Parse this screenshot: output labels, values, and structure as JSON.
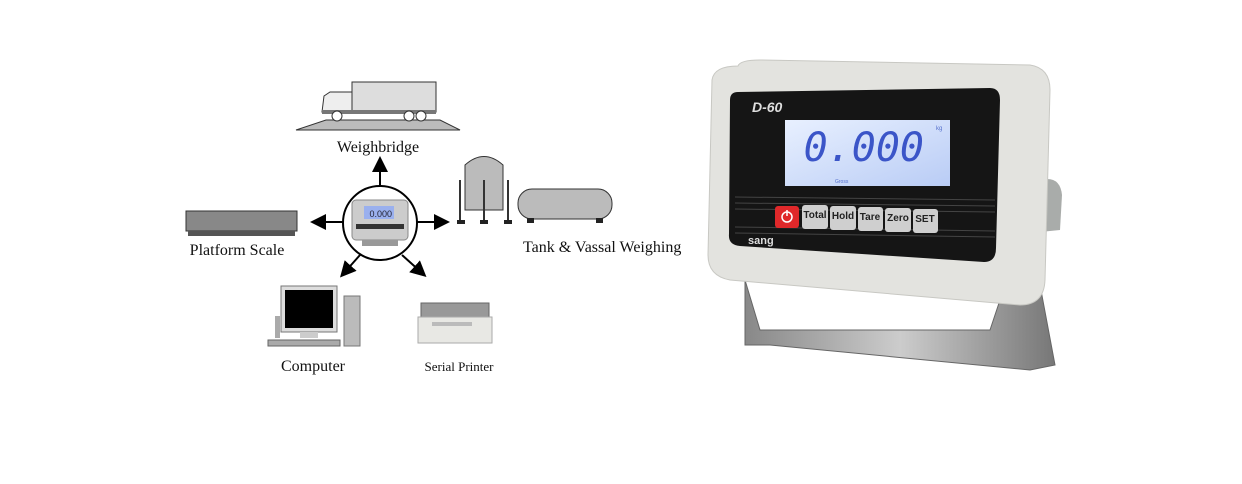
{
  "diagram": {
    "labels": {
      "weighbridge": "Weighbridge",
      "platform_scale": "Platform Scale",
      "tank": "Tank & Vassal Weighing",
      "computer": "Computer",
      "printer": "Serial Printer"
    },
    "center_display": "0.000"
  },
  "product": {
    "model": "D-60",
    "brand": "sang",
    "display_value": "0.000",
    "display_unit": "kg",
    "display_indicator": "Gross",
    "buttons": [
      "Total",
      "Hold",
      "Tare",
      "Zero",
      "SET"
    ],
    "power_icon": "power-icon",
    "colors": {
      "lcd": "#c9dcff",
      "digits": "#3b55c8",
      "power": "#e0282a",
      "body": "#e3e3df"
    }
  }
}
